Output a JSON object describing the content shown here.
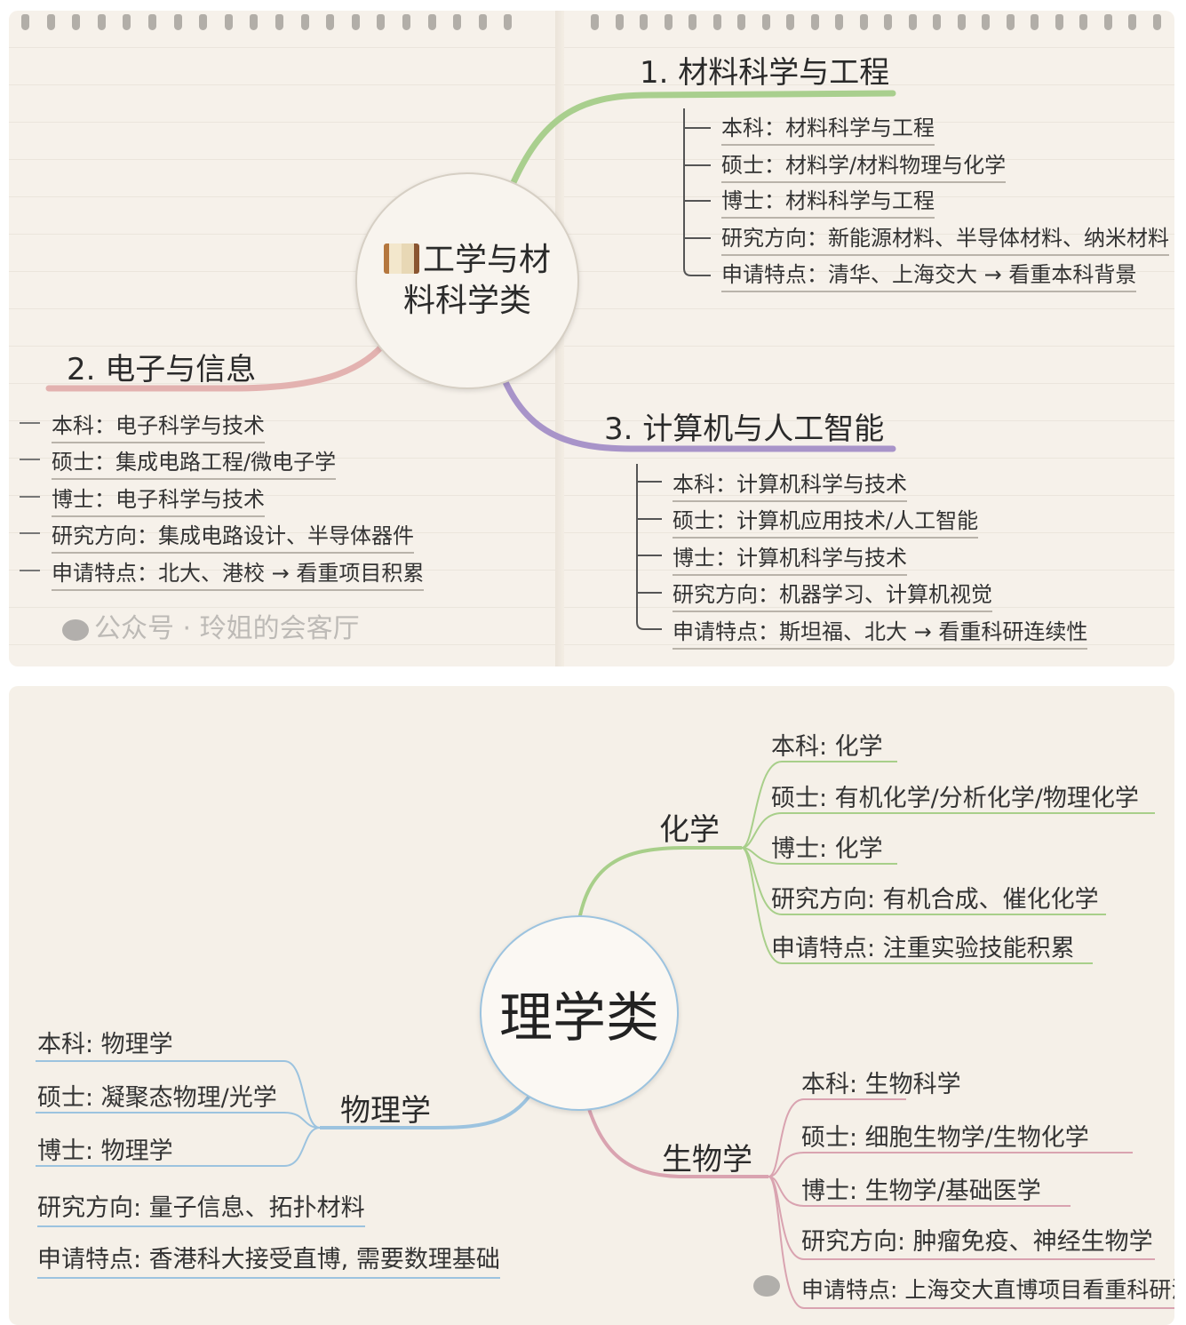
{
  "engineering": {
    "center": {
      "line1": "工学与材",
      "line2": "料科学类",
      "icon": "book-icon"
    },
    "branches": [
      {
        "title": "1. 材料科学与工程",
        "color": "#a9cf8e",
        "items": [
          "本科：材料科学与工程",
          "硕士：材料学/材料物理与化学",
          "博士：材料科学与工程",
          "研究方向：新能源材料、半导体材料、纳米材料",
          "申请特点：清华、上海交大 → 看重本科背景"
        ]
      },
      {
        "title": "2. 电子与信息",
        "color": "#e3b2b0",
        "items": [
          "本科：电子科学与技术",
          "硕士：集成电路工程/微电子学",
          "博士：电子科学与技术",
          "研究方向：集成电路设计、半导体器件",
          "申请特点：北大、港校 → 看重项目积累"
        ]
      },
      {
        "title": "3. 计算机与人工智能",
        "color": "#a894c9",
        "items": [
          "本科：计算机科学与技术",
          "硕士：计算机应用技术/人工智能",
          "博士：计算机科学与技术",
          "研究方向：机器学习、计算机视觉",
          "申请特点：斯坦福、北大 → 看重科研连续性"
        ]
      }
    ]
  },
  "science": {
    "center": "理学类",
    "branches": [
      {
        "title": "化学",
        "color": "#a8cf8a",
        "items": [
          "本科: 化学",
          "硕士: 有机化学/分析化学/物理化学",
          "博士: 化学",
          "研究方向: 有机合成、催化化学",
          "申请特点: 注重实验技能积累"
        ]
      },
      {
        "title": "物理学",
        "color": "#9cc3df",
        "items": [
          "本科: 物理学",
          "硕士: 凝聚态物理/光学",
          "博士: 物理学",
          "研究方向: 量子信息、拓扑材料",
          "申请特点: 香港科大接受直博, 需要数理基础"
        ]
      },
      {
        "title": "生物学",
        "color": "#d9a3b0",
        "items": [
          "本科: 生物科学",
          "硕士: 细胞生物学/生物化学",
          "博士: 生物学/基础医学",
          "研究方向: 肿瘤免疫、神经生物学",
          "申请特点: 上海交大直博项目看重科研潜力"
        ]
      }
    ]
  },
  "watermark": "公众号 · 玲姐的会客厅"
}
